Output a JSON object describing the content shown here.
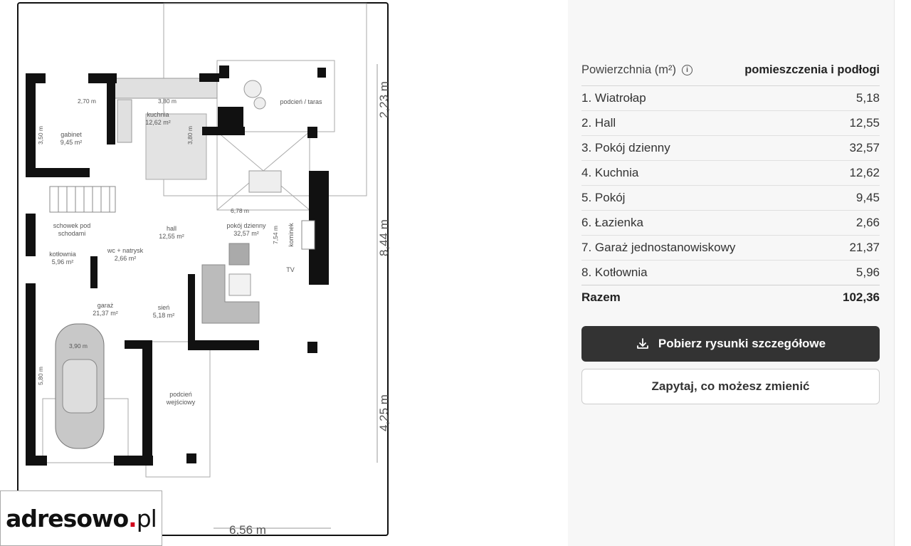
{
  "plan": {
    "rooms": {
      "gabinet": {
        "name": "gabinet",
        "area": "9,45 m²"
      },
      "kuchnia": {
        "name": "kuchnia",
        "area": "12,62 m²"
      },
      "taras": {
        "name": "podcień / taras"
      },
      "schowek_1": "schowek pod",
      "schowek_2": "schodami",
      "hall": {
        "name": "hall",
        "area": "12,55 m²"
      },
      "pokoj": {
        "name": "pokój dzienny",
        "area": "32,57 m²"
      },
      "kotlownia": {
        "name": "kotłownia",
        "area": "5,96 m²"
      },
      "wc": {
        "name": "wc + natrysk",
        "area": "2,66 m²"
      },
      "garaz": {
        "name": "garaż",
        "area": "21,37 m²"
      },
      "sien": {
        "name": "sień",
        "area": "5,18 m²"
      },
      "podcien_1": "podcień",
      "podcien_2": "wejściowy",
      "kominek": "kominek",
      "tv": "TV"
    },
    "dims": {
      "d270": "2,70 m",
      "d380": "3,80 m",
      "d350": "3,50 m",
      "d380v": "3,80 m",
      "d678": "6,78 m",
      "d754": "7,54 m",
      "d390": "3,90 m",
      "d580": "5,80 m",
      "right_top": "2,23 m",
      "right_mid": "8,44 m",
      "right_bot": "4,25 m",
      "bottom": "6,56 m"
    }
  },
  "watermark": {
    "brand_main": "adresowo",
    "brand_dot": ".",
    "brand_tld": "pl"
  },
  "area_table": {
    "header_label": "Powierzchnia (m²)",
    "info_icon_glyph": "i",
    "header_mode": "pomieszczenia i podłogi",
    "rows": [
      {
        "name": "1. Wiatrołap",
        "value": "5,18"
      },
      {
        "name": "2. Hall",
        "value": "12,55"
      },
      {
        "name": "3. Pokój dzienny",
        "value": "32,57"
      },
      {
        "name": "4. Kuchnia",
        "value": "12,62"
      },
      {
        "name": "5. Pokój",
        "value": "9,45"
      },
      {
        "name": "6. Łazienka",
        "value": "2,66"
      },
      {
        "name": "7. Garaż jednostanowiskowy",
        "value": "21,37"
      },
      {
        "name": "8. Kotłownia",
        "value": "5,96"
      }
    ],
    "total": {
      "name": "Razem",
      "value": "102,36"
    }
  },
  "buttons": {
    "download": "Pobierz rysunki szczegółowe",
    "ask": "Zapytaj, co możesz zmienić"
  },
  "colors": {
    "primary_button": "#333333",
    "panel_bg": "#f7f7f7",
    "brand_dot": "#d0021b"
  },
  "icons": [
    "info-icon",
    "download-icon"
  ]
}
